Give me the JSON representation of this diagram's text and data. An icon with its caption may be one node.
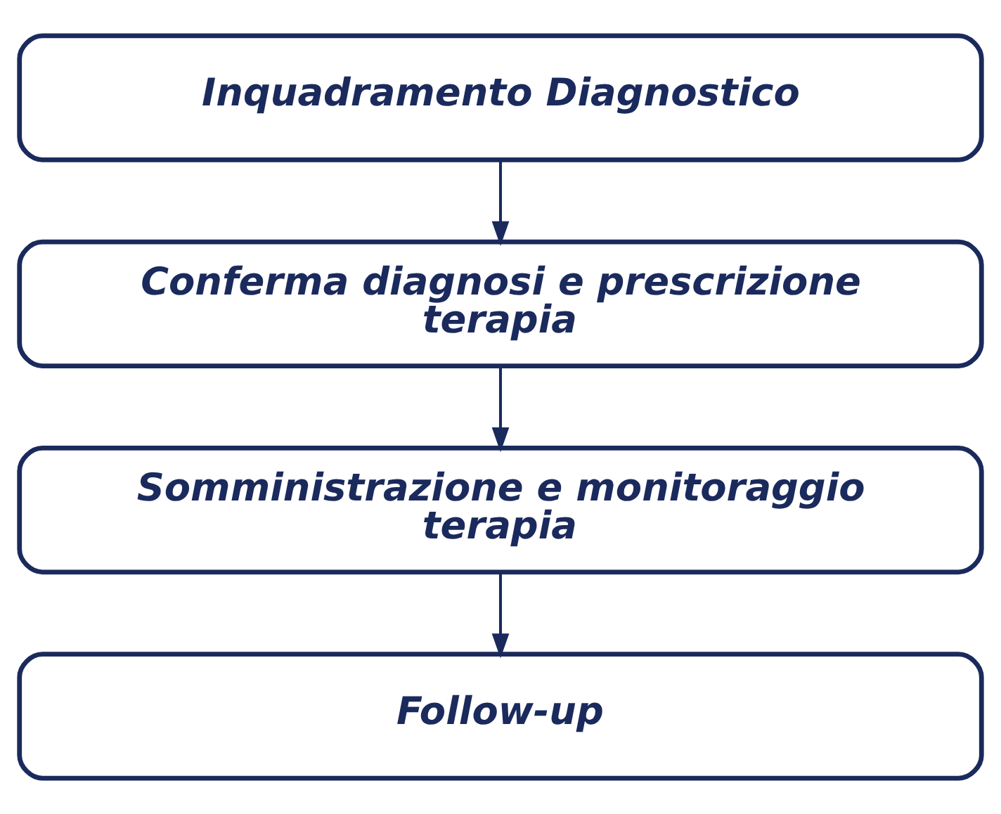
{
  "diagram": {
    "nodes": [
      {
        "text": [
          "Inquadramento Diagnostico"
        ]
      },
      {
        "text": [
          "Conferma diagnosi e prescrizione terapia"
        ]
      },
      {
        "text": [
          "Somministrazione e monitoraggio terapia"
        ]
      },
      {
        "text": [
          "Follow-up"
        ]
      }
    ],
    "edges": [
      {
        "from": 0,
        "to": 1,
        "arrow": "to"
      },
      {
        "from": 1,
        "to": 2,
        "arrow": "to"
      },
      {
        "from": 2,
        "to": 3,
        "arrow": "to"
      }
    ]
  }
}
